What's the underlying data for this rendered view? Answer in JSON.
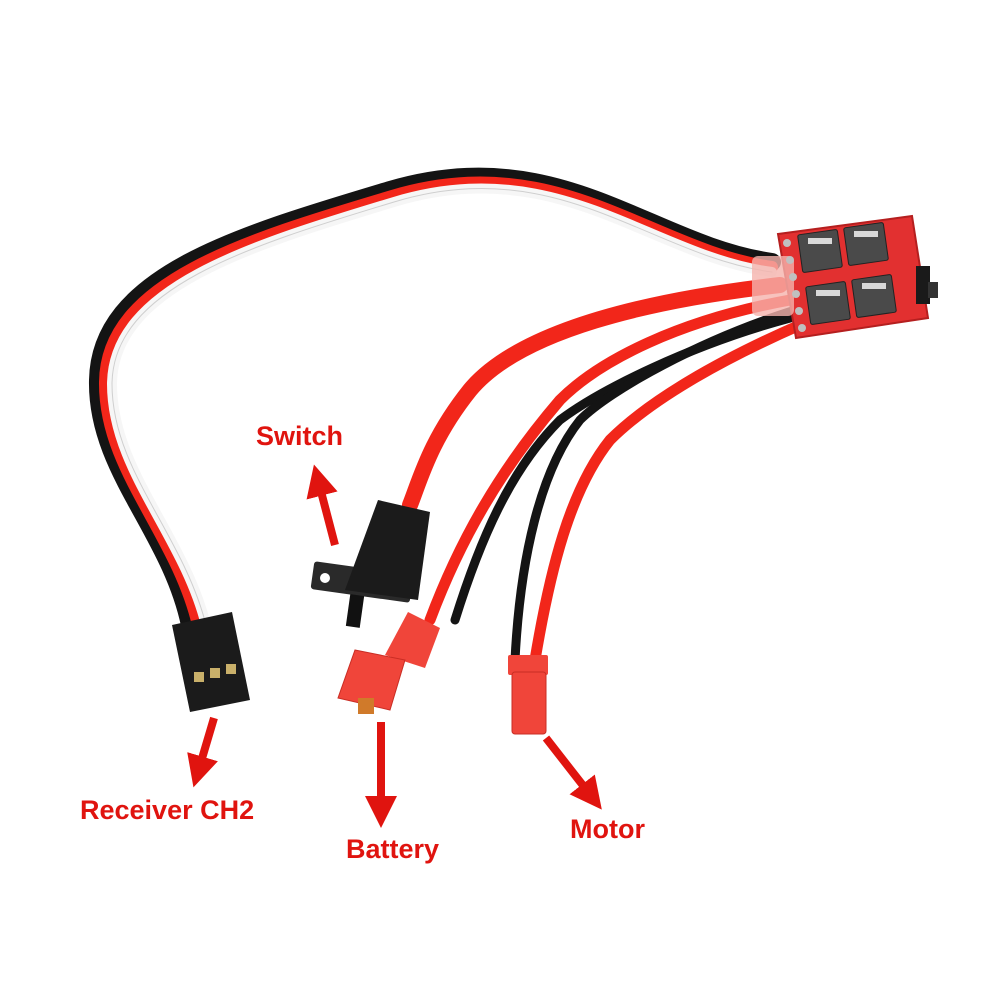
{
  "labels": {
    "switch": "Switch",
    "receiver": "Receiver CH2",
    "battery": "Battery",
    "motor": "Motor"
  },
  "colors": {
    "label": "#e0140f",
    "arrow": "#e0140f",
    "wire_red": "#f2261a",
    "wire_black": "#141414",
    "wire_white": "#f6f6f6",
    "board": "#e23030",
    "connector_red": "#f0453a",
    "connector_black": "#1b1b1b",
    "background": "#ffffff"
  },
  "icons": {
    "board": "esc-board-icon",
    "switch": "slide-switch-icon",
    "servo_plug": "servo-plug-icon",
    "battery_plug": "jst-plug-icon",
    "motor_plug": "jst-plug-icon"
  }
}
